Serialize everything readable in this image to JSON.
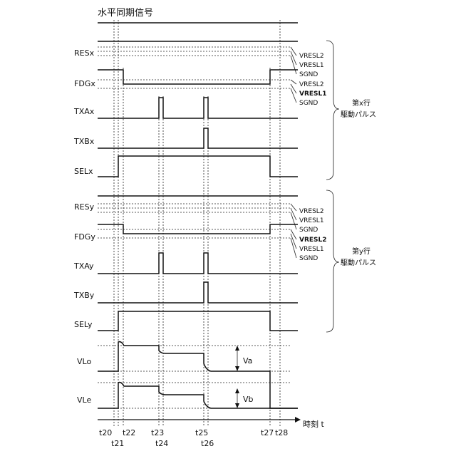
{
  "title": "水平同期信号",
  "axis_label": "時刻 t",
  "times": {
    "t20": "t20",
    "t21": "t21",
    "t22": "t22",
    "t23": "t23",
    "t24": "t24",
    "t25": "t25",
    "t26": "t26",
    "t27": "t27",
    "t28": "t28"
  },
  "signals": {
    "resx": "RESx",
    "fdgx": "FDGx",
    "txax": "TXAx",
    "txbx": "TXBx",
    "selx": "SELx",
    "resy": "RESy",
    "fdgy": "FDGy",
    "txay": "TXAy",
    "txby": "TXBy",
    "sely": "SELy",
    "vlo": "VLo",
    "vle": "VLe"
  },
  "levels": {
    "x": {
      "res_a": "VRESL2",
      "res_b": "VRESL1",
      "res_c": "SGND",
      "fdg_a": "VRESL2",
      "fdg_b": "VRESL1",
      "fdg_c": "SGND"
    },
    "y": {
      "res_a": "VRESL2",
      "res_b": "VRESL1",
      "res_c": "SGND",
      "fdg_a": "VRESL2",
      "fdg_b": "VRESL1",
      "fdg_c": "SGND"
    }
  },
  "brace_x": {
    "line1": "第x行",
    "line2": "駆動パルス"
  },
  "brace_y": {
    "line1": "第y行",
    "line2": "駆動パルス"
  },
  "va": "Va",
  "vb": "Vb"
}
